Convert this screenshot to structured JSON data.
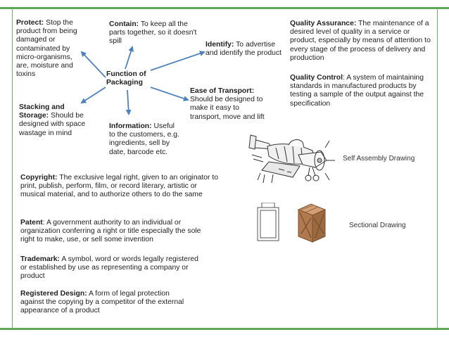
{
  "mindmap": {
    "center": "Function of Packaging",
    "protect": {
      "term": "Protect:",
      "desc": " Stop the product from being damaged or contaminated by micro-organisms, are, moisture and toxins"
    },
    "contain": {
      "term": "Contain:",
      "desc": " To keep all the parts together, so it doesn't spill"
    },
    "identify": {
      "term": "Identify:",
      "desc": " To advertise and identify the product"
    },
    "transport": {
      "term": "Ease of Transport:",
      "desc": " Should be designed to make it easy to transport, move and lift"
    },
    "information": {
      "term": "Information:",
      "desc": " Useful to the customers, e.g. ingredients, sell by date, barcode etc."
    },
    "stacking": {
      "term": "Stacking and Storage:",
      "desc": " Should be designed with space wastage in mind"
    }
  },
  "quality": {
    "assurance": {
      "term": "Quality Assurance:",
      "desc": " The maintenance of a desired level of quality in a service or product, especially by means of attention to every stage of the process of delivery and production"
    },
    "control": {
      "term": "Quality Control",
      "desc": ": A system of maintaining standards in manufactured products by testing a sample of the output against the specification"
    }
  },
  "legal": {
    "copyright": {
      "term": "Copyright:",
      "desc": " The exclusive legal right, given to an originator to print, publish, perform, film, or record literary, artistic or musical material, and to authorize others to do the same"
    },
    "patent": {
      "term": "Patent",
      "desc": ": A government authority to an individual or organization conferring a right or title especially the sole right to make, use, or sell some invention"
    },
    "trademark": {
      "term": "Trademark:",
      "desc": " A symbol, word or words legally registered or established by use as representing a company or product"
    },
    "registered": {
      "term": "Registered Design:",
      "desc": " A form of legal protection against the copying by a competitor of the external appearance of a product"
    }
  },
  "drawings": {
    "self_assembly": "Self Assembly Drawing",
    "sectional": "Sectional Drawing"
  },
  "colors": {
    "accent_green": "#5fa85a",
    "arrow_blue": "#4f81bd",
    "crate_wood": "#b07a4e"
  }
}
